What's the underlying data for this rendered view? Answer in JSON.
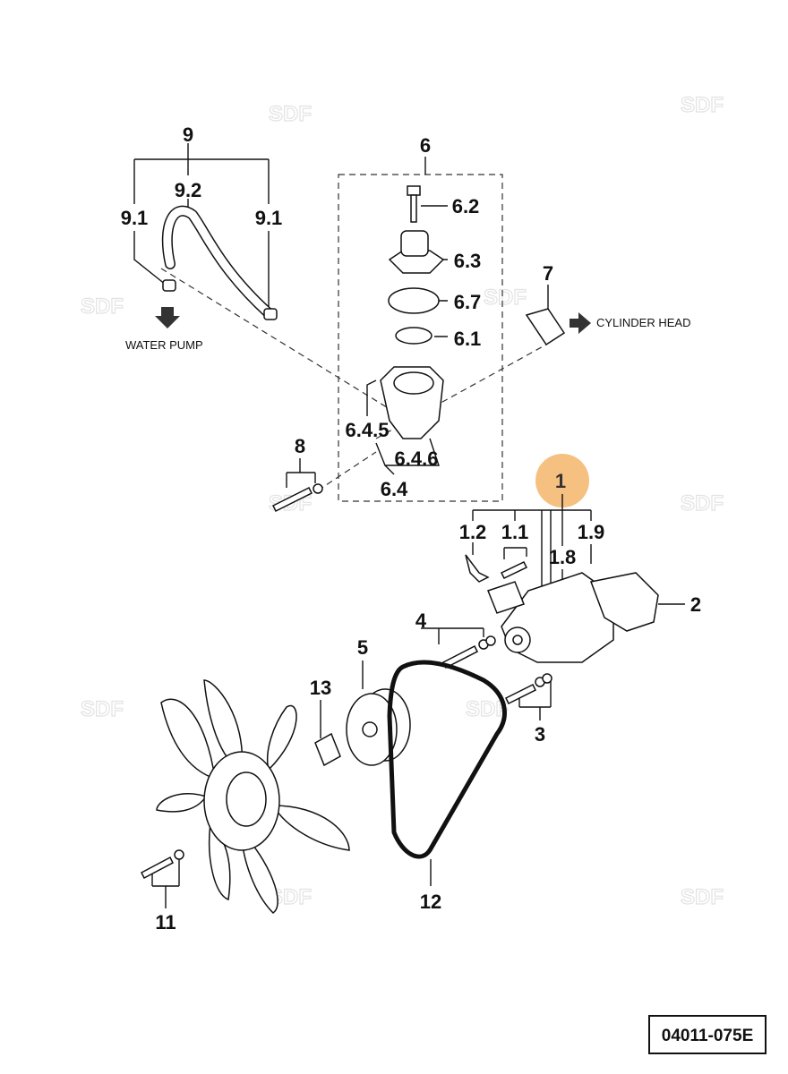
{
  "watermark": "SDF",
  "highlight_color": "#f5b56b",
  "labels": {
    "l9": "9",
    "l9_2": "9.2",
    "l9_1a": "9.1",
    "l9_1b": "9.1",
    "l6": "6",
    "l6_2": "6.2",
    "l6_3": "6.3",
    "l6_7": "6.7",
    "l6_1": "6.1",
    "l6_4_5": "6.4.5",
    "l6_4_6": "6.4.6",
    "l6_4": "6.4",
    "l7": "7",
    "l8": "8",
    "l1": "1",
    "l1_2": "1.2",
    "l1_1": "1.1",
    "l1_9": "1.9",
    "l1_8": "1.8",
    "l2": "2",
    "l3": "3",
    "l4": "4",
    "l5": "5",
    "l13": "13",
    "l12": "12",
    "l11": "11"
  },
  "notes": {
    "water_pump": "WATER PUMP",
    "cylinder_head": "CYLINDER HEAD"
  },
  "drawing_code": "04011-075E"
}
